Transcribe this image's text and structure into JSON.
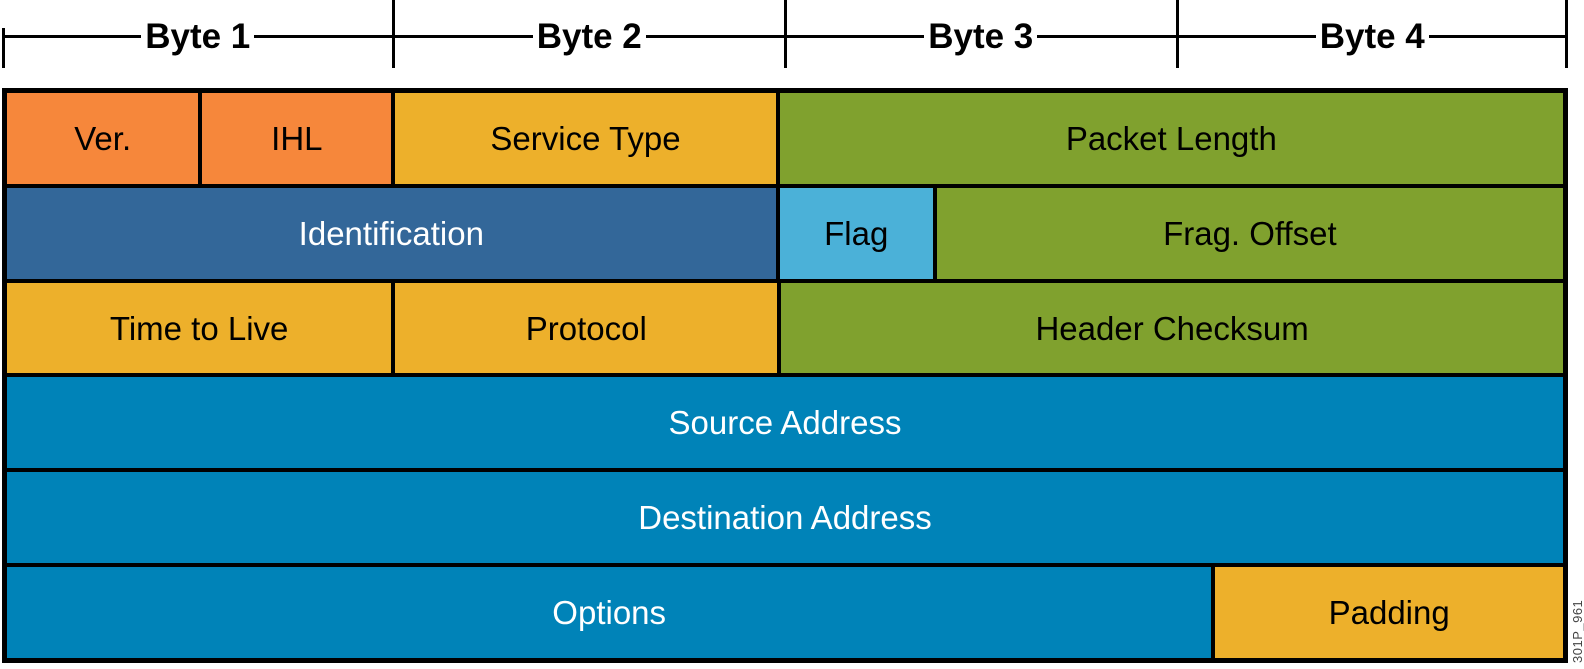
{
  "ruler": {
    "labels": [
      "Byte 1",
      "Byte 2",
      "Byte 3",
      "Byte 4"
    ]
  },
  "fields": {
    "ver": "Ver.",
    "ihl": "IHL",
    "service_type": "Service Type",
    "packet_length": "Packet Length",
    "identification": "Identification",
    "flag": "Flag",
    "frag_offset": "Frag. Offset",
    "time_to_live": "Time to Live",
    "protocol": "Protocol",
    "header_checksum": "Header Checksum",
    "source_address": "Source Address",
    "destination_address": "Destination Address",
    "options": "Options",
    "padding": "Padding"
  },
  "watermark": "301P_961",
  "palette": {
    "orange": "#F6873B",
    "gold": "#EDB02B",
    "olive": "#80A12E",
    "steel_blue": "#336799",
    "light_blue": "#4BB1D8",
    "blue": "#0083B8",
    "border": "#000000",
    "text_dark": "#000000",
    "text_light": "#FFFFFF",
    "watermark": "#444444"
  }
}
